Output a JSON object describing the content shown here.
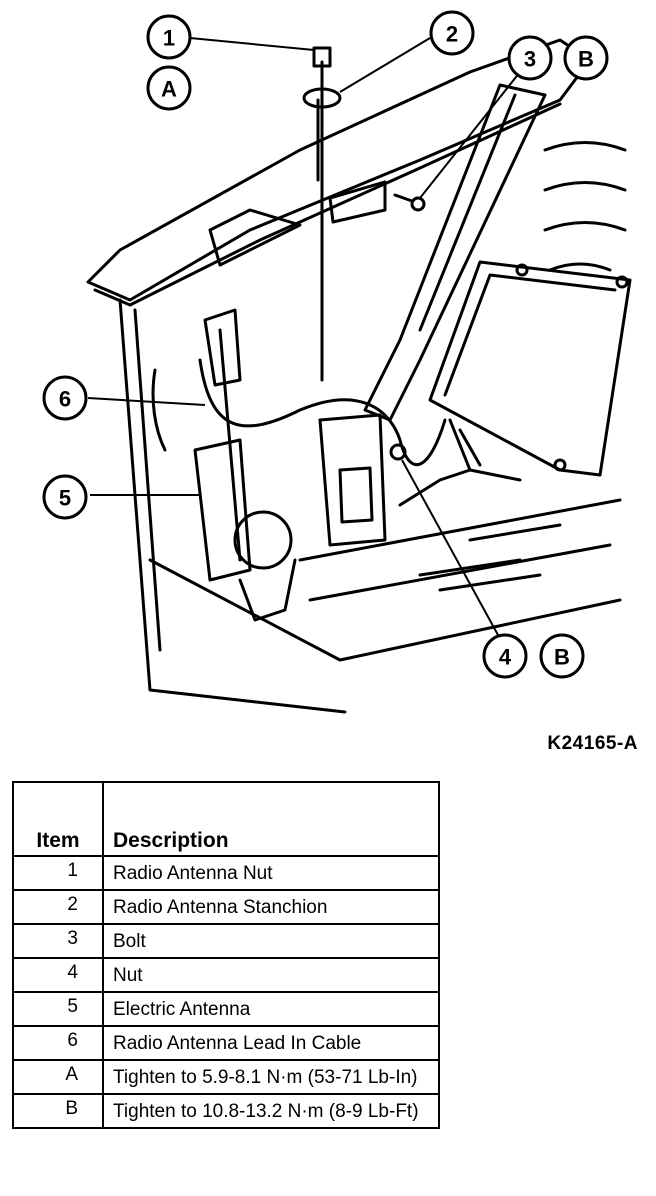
{
  "callouts": {
    "c1": "1",
    "c2": "2",
    "c3": "3",
    "c4": "4",
    "c5": "5",
    "c6": "6",
    "cA": "A",
    "cB1": "B",
    "cB2": "B"
  },
  "figure_code": "K24165-A",
  "legend": {
    "header_item": "Item",
    "header_description": "Description",
    "rows": [
      {
        "item": "1",
        "description": "Radio Antenna Nut"
      },
      {
        "item": "2",
        "description": "Radio Antenna Stanchion"
      },
      {
        "item": "3",
        "description": "Bolt"
      },
      {
        "item": "4",
        "description": "Nut"
      },
      {
        "item": "5",
        "description": "Electric Antenna"
      },
      {
        "item": "6",
        "description": "Radio Antenna Lead In Cable"
      },
      {
        "item": "A",
        "description": "Tighten to 5.9-8.1 N·m (53-71 Lb-In)"
      },
      {
        "item": "B",
        "description": "Tighten to 10.8-13.2 N·m (8-9 Lb-Ft)"
      }
    ]
  }
}
